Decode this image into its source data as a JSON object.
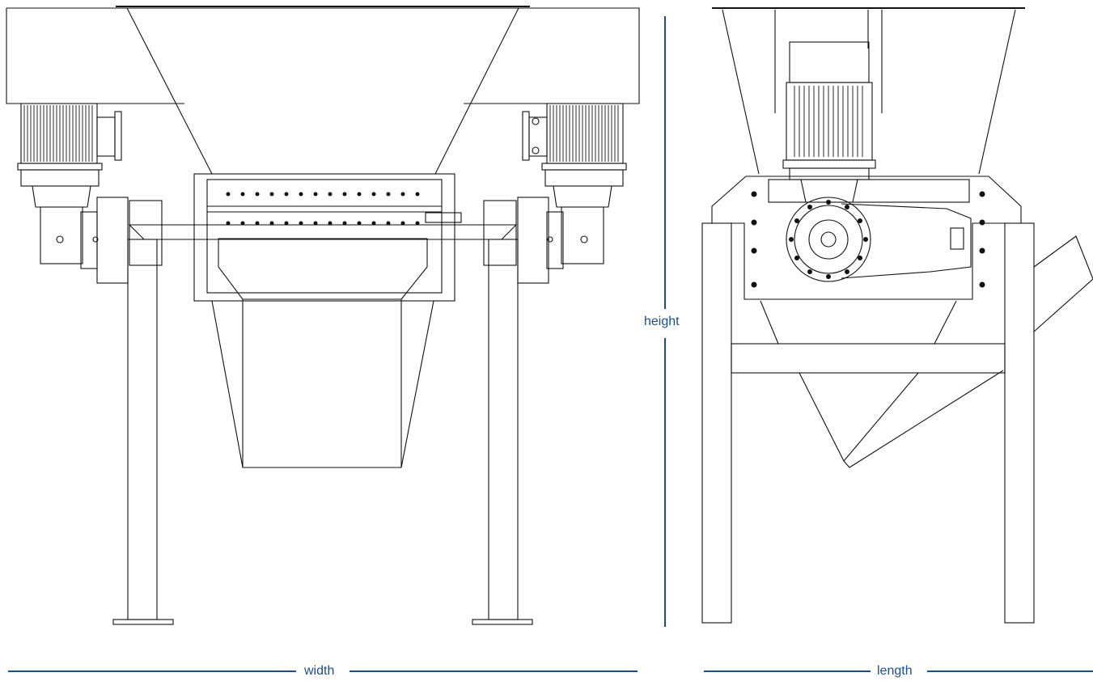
{
  "labels": {
    "width": "width",
    "height": "height",
    "length": "length"
  },
  "colors": {
    "line": "#111111",
    "dimension": "#1f4e86",
    "background": "#ffffff"
  }
}
